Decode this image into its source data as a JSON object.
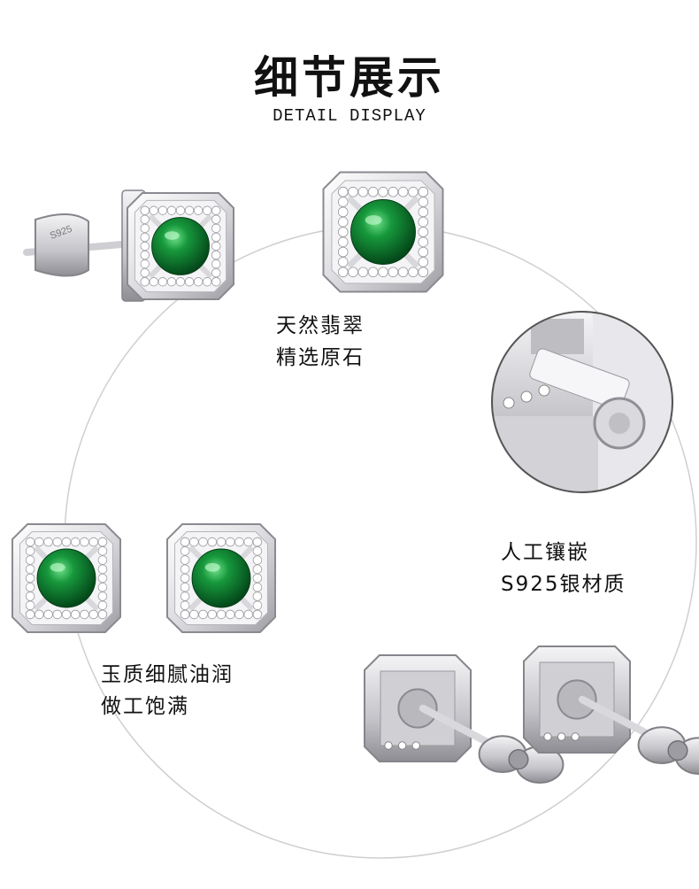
{
  "header": {
    "title": "细节展示",
    "subtitle": "DETAIL DISPLAY"
  },
  "captions": {
    "gem": {
      "line1": "天然翡翠",
      "line2": "精选原石"
    },
    "setting": {
      "line1": "人工镶嵌",
      "line2": "S925银材质"
    },
    "quality": {
      "line1": "玉质细腻油润",
      "line2": "做工饱满"
    }
  },
  "stamp": {
    "text": "S925"
  },
  "colors": {
    "gem": "#0f7a2e",
    "gem_highlight": "#5fd17a",
    "silver": "#e9e9ec",
    "silver_dark": "#a9a9ae",
    "circle": "#c9c9c9"
  }
}
